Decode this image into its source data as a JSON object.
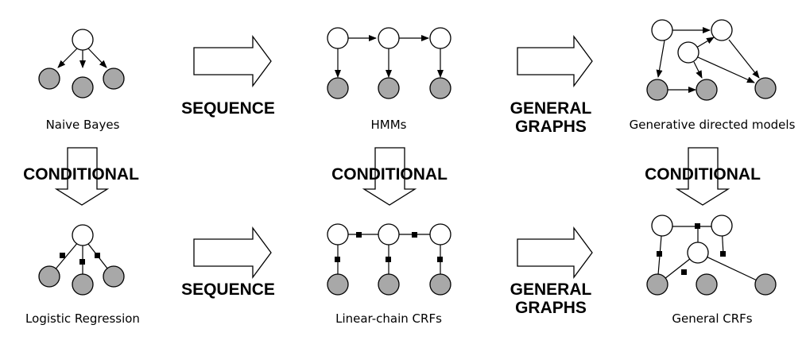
{
  "models": {
    "naive_bayes": "Naive Bayes",
    "hmms": "HMMs",
    "generative_directed": "Generative directed models",
    "logistic_regression": "Logistic Regression",
    "linear_chain_crfs": "Linear-chain CRFs",
    "general_crfs": "General CRFs"
  },
  "transitions": {
    "sequence": "SEQUENCE",
    "general_line1": "GENERAL",
    "general_line2": "GRAPHS",
    "conditional": "CONDITIONAL"
  },
  "colors": {
    "observed_node": "#a8a8a8",
    "hidden_node": "#ffffff",
    "stroke": "#000000"
  }
}
